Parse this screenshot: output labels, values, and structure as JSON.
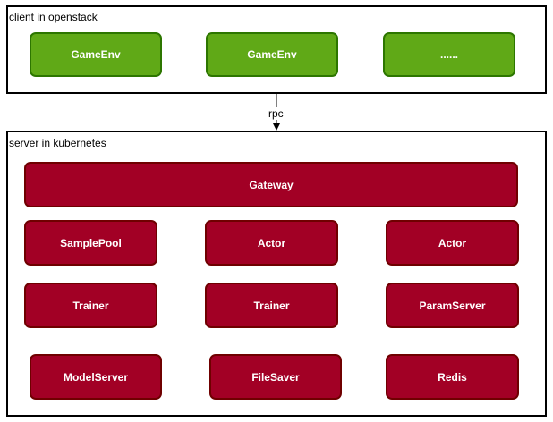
{
  "client": {
    "label": "client in openstack",
    "nodes": [
      "GameEnv",
      "GameEnv",
      "......"
    ],
    "fill": "#60a917",
    "stroke": "#2d7600"
  },
  "edge": {
    "label": "rpc"
  },
  "server": {
    "label": "server in kubernetes",
    "gateway": "Gateway",
    "row1": [
      "SamplePool",
      "Actor",
      "Actor"
    ],
    "row2": [
      "Trainer",
      "Trainer",
      "ParamServer"
    ],
    "row3": [
      "ModelServer",
      "FileSaver",
      "Redis"
    ],
    "fill": "#a20025",
    "stroke": "#6f0000"
  }
}
